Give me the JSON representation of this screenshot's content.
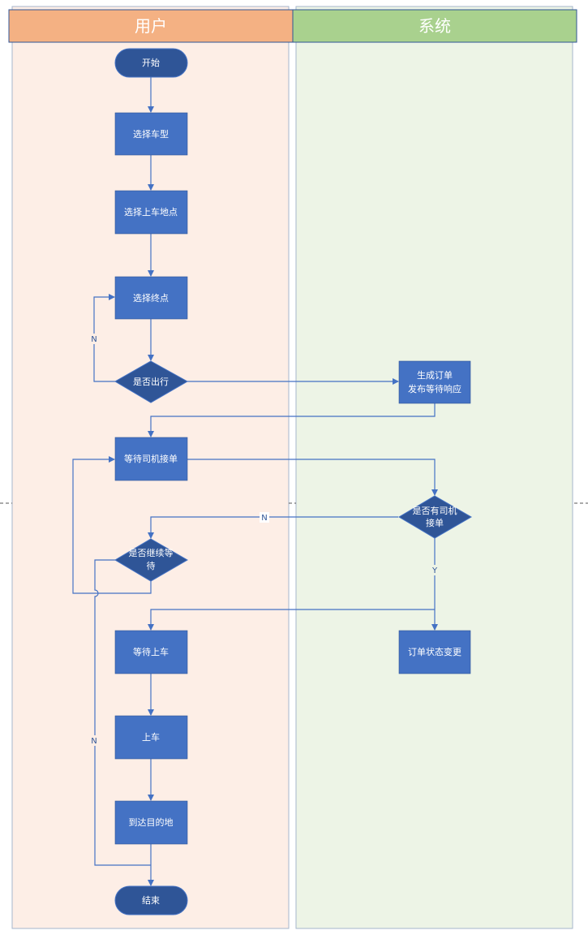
{
  "lanes": [
    {
      "id": "user",
      "title": "用户",
      "header_color": "#f4b183",
      "body_color": "#fdeee6"
    },
    {
      "id": "system",
      "title": "系统",
      "header_color": "#a9d18e",
      "body_color": "#edf4e6"
    }
  ],
  "colors": {
    "node_fill": "#4472c4",
    "terminal_fill": "#2f5597",
    "edge": "#4472c4"
  },
  "nodes": {
    "start": {
      "lines": [
        "开始"
      ]
    },
    "choose_car": {
      "lines": [
        "选择车型"
      ]
    },
    "choose_pickup": {
      "lines": [
        "选择上车地点"
      ]
    },
    "choose_dest": {
      "lines": [
        "选择终点"
      ]
    },
    "go_decision": {
      "lines": [
        "是否出行"
      ]
    },
    "create_order": {
      "lines": [
        "生成订单",
        "发布等待响应"
      ]
    },
    "wait_driver": {
      "lines": [
        "等待司机接单"
      ]
    },
    "driver_decision": {
      "lines": [
        "是否有司机",
        "接单"
      ]
    },
    "continue_decision": {
      "lines": [
        "是否继续等",
        "待"
      ]
    },
    "wait_board": {
      "lines": [
        "等待上车"
      ]
    },
    "order_status": {
      "lines": [
        "订单状态变更"
      ]
    },
    "board": {
      "lines": [
        "上车"
      ]
    },
    "arrive": {
      "lines": [
        "到达目的地"
      ]
    },
    "end": {
      "lines": [
        "结束"
      ]
    }
  },
  "edge_labels": {
    "go_no": "N",
    "driver_no": "N",
    "driver_yes": "Y",
    "continue_no": "N"
  }
}
